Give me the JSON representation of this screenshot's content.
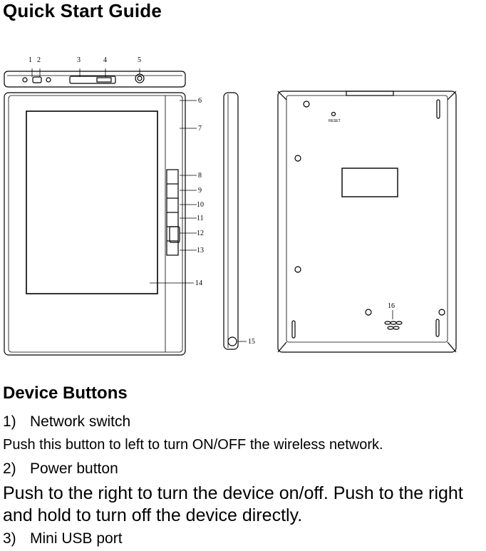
{
  "document": {
    "title": "Quick Start Guide",
    "figure": {
      "callouts": [
        "1",
        "2",
        "3",
        "4",
        "5",
        "6",
        "7",
        "8",
        "9",
        "10",
        "11",
        "12",
        "13",
        "14",
        "15",
        "16"
      ],
      "reset_label": "RESET"
    },
    "section_title": "Device Buttons",
    "items": [
      {
        "number": "1)",
        "label": "Network switch",
        "description": "Push this button to left to turn ON/OFF the wireless network."
      },
      {
        "number": "2)",
        "label": "Power button",
        "description": "Push to the right to turn the device on/off. Push to the right and hold to turn off the device directly."
      },
      {
        "number": "3)",
        "label": "Mini USB port"
      }
    ]
  }
}
